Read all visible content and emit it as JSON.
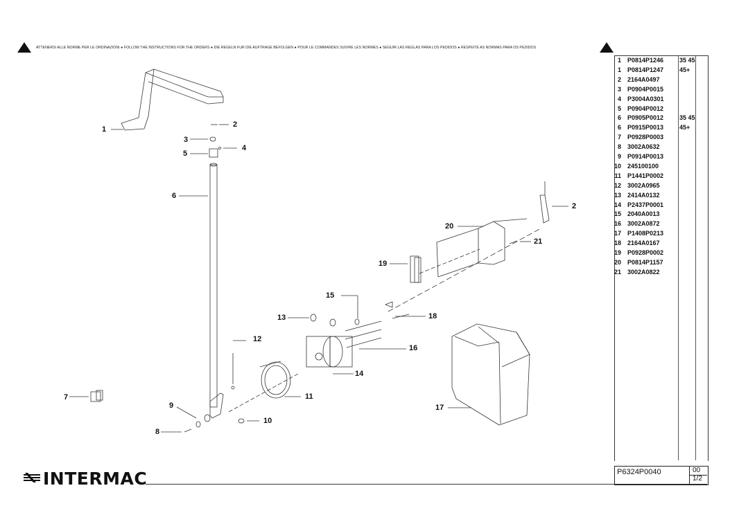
{
  "notice": "ATTENERSI ALLE NORME PER LE ORDINAZIONI ● FOLLOW THE INSTRUCTIONS FOR THE ORDERS ● DIE REGELN FUR DIE AUFTRAGE BEFOLGEN ● POUR LE COMMANDES SUIVRE LES NORMES ● SEGUIR LAS REGLAS PARA LOS PEDIDOS ● RESPEITE AS NORMAS PARA OS PEDIDOS",
  "brand": "INTERMAC",
  "parts": [
    {
      "num": "1",
      "code": "P0814P1246",
      "note": "35 45"
    },
    {
      "num": "1",
      "code": "P0814P1247",
      "note": "45+"
    },
    {
      "num": "2",
      "code": "2164A0497",
      "note": ""
    },
    {
      "num": "3",
      "code": "P0904P0015",
      "note": ""
    },
    {
      "num": "4",
      "code": "P3004A0301",
      "note": ""
    },
    {
      "num": "5",
      "code": "P0904P0012",
      "note": ""
    },
    {
      "num": "6",
      "code": "P0905P0012",
      "note": "35 45"
    },
    {
      "num": "6",
      "code": "P0915P0013",
      "note": "45+"
    },
    {
      "num": "7",
      "code": "P0928P0003",
      "note": ""
    },
    {
      "num": "8",
      "code": "3002A0632",
      "note": ""
    },
    {
      "num": "9",
      "code": "P0914P0013",
      "note": ""
    },
    {
      "num": "10",
      "code": "245100100",
      "note": ""
    },
    {
      "num": "11",
      "code": "P1441P0002",
      "note": ""
    },
    {
      "num": "12",
      "code": "3002A0965",
      "note": ""
    },
    {
      "num": "13",
      "code": "2414A0132",
      "note": ""
    },
    {
      "num": "14",
      "code": "P2437P0001",
      "note": ""
    },
    {
      "num": "15",
      "code": "2040A0013",
      "note": ""
    },
    {
      "num": "16",
      "code": "3002A0872",
      "note": ""
    },
    {
      "num": "17",
      "code": "P1408P0213",
      "note": ""
    },
    {
      "num": "18",
      "code": "2164A0167",
      "note": ""
    },
    {
      "num": "19",
      "code": "P0928P0002",
      "note": ""
    },
    {
      "num": "20",
      "code": "P0814P1157",
      "note": ""
    },
    {
      "num": "21",
      "code": "3002A0822",
      "note": ""
    }
  ],
  "callouts": {
    "c1": "1",
    "c2a": "2",
    "c3": "3",
    "c4": "4",
    "c5": "5",
    "c6": "6",
    "c7": "7",
    "c8": "8",
    "c9": "9",
    "c10": "10",
    "c11": "11",
    "c12": "12",
    "c13": "13",
    "c14": "14",
    "c15": "15",
    "c16": "16",
    "c17": "17",
    "c18": "18",
    "c19": "19",
    "c20": "20",
    "c21": "21",
    "c2b": "2"
  },
  "footer": {
    "drawing_code": "P6324P0040",
    "revision": "00",
    "page": "1/2"
  }
}
